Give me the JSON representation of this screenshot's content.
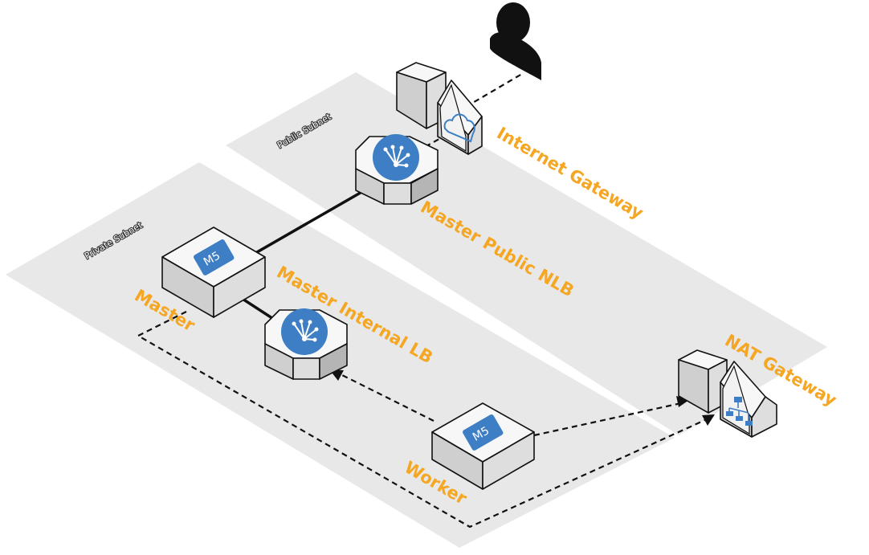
{
  "zones": {
    "public_subnet": "Public Subnet",
    "private_subnet": "Private Subnet"
  },
  "nodes": {
    "user": {
      "icon": "user-icon"
    },
    "internet_gateway": {
      "label": "Internet Gateway",
      "icon": "cloud-icon"
    },
    "master_public_nlb": {
      "label": "Master Public NLB",
      "icon": "load-balancer-icon"
    },
    "master": {
      "label": "Master",
      "badge": "M5"
    },
    "master_internal_lb": {
      "label": "Master Internal LB",
      "icon": "load-balancer-icon"
    },
    "worker": {
      "label": "Worker",
      "badge": "M5"
    },
    "nat_gateway": {
      "label": "NAT Gateway",
      "icon": "network-hierarchy-icon"
    }
  },
  "colors": {
    "accent": "#f5a623",
    "icon_blue": "#3d7ec4",
    "subnet_fill": "#e8e8e8",
    "connector": "#111111"
  }
}
